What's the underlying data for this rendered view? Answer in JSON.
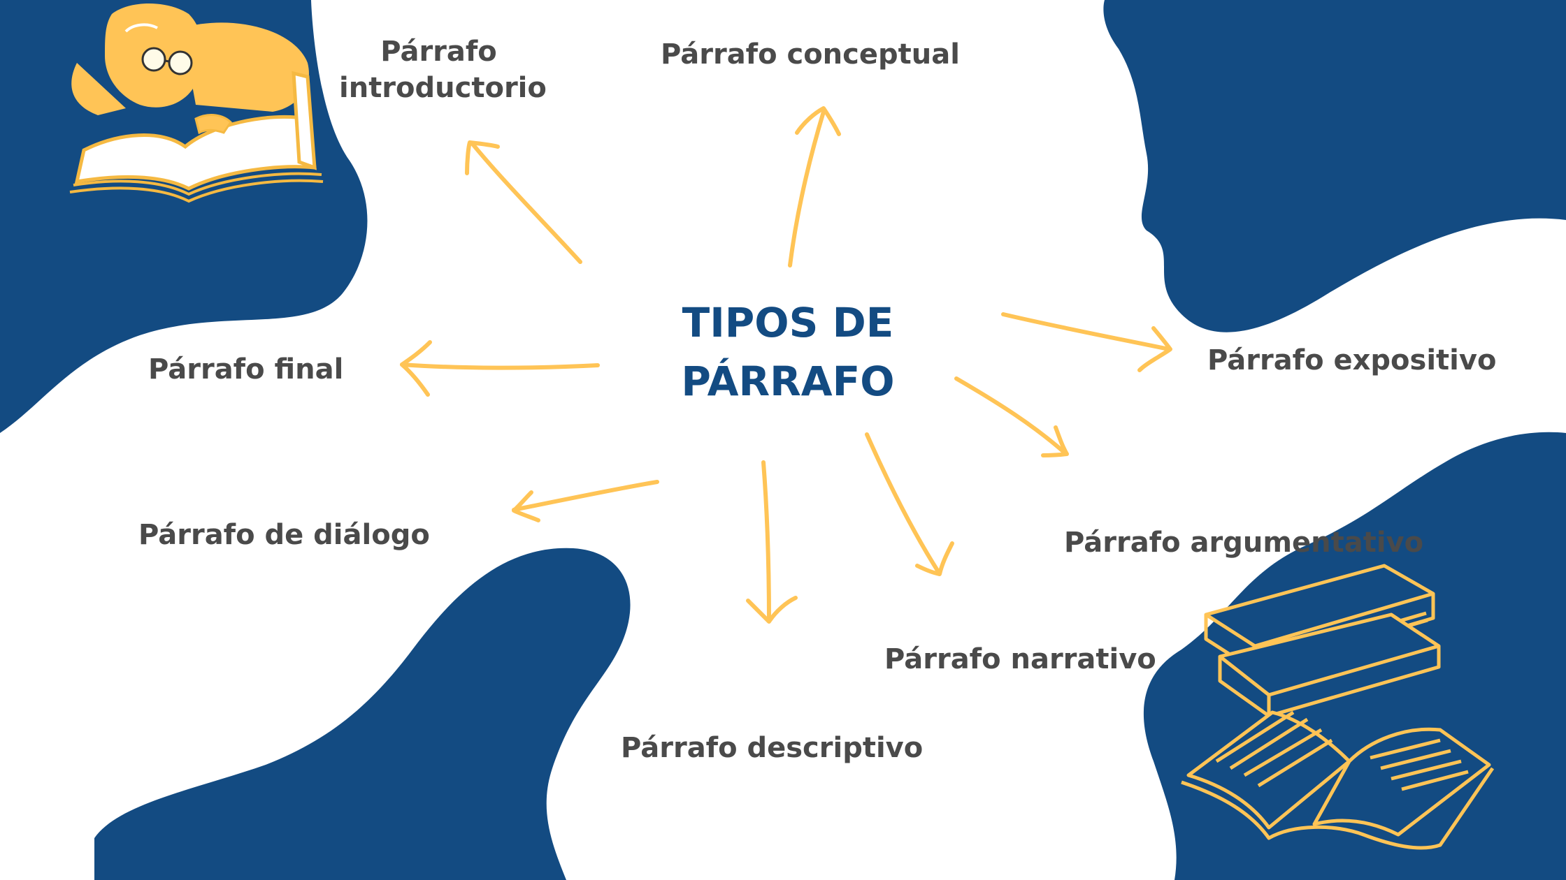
{
  "diagram": {
    "title_line1": "TIPOS DE",
    "title_line2": "PÁRRAFO",
    "labels": {
      "introductorio_line1": "Párrafo",
      "introductorio_line2": "introductorio",
      "conceptual": "Párrafo conceptual",
      "expositivo": "Párrafo expositivo",
      "final": "Párrafo final",
      "argumentativo": "Párrafo argumentativo",
      "dialogo": "Párrafo de diálogo",
      "narrativo": "Párrafo narrativo",
      "descriptivo": "Párrafo descriptivo"
    }
  },
  "colors": {
    "navy": "#134b82",
    "arrow_yellow": "#ffc456",
    "text_gray": "#4a4a4a",
    "background": "#ffffff"
  },
  "icons": [
    "reading-person-icon",
    "book-stack-icon",
    "arrow-icon"
  ]
}
